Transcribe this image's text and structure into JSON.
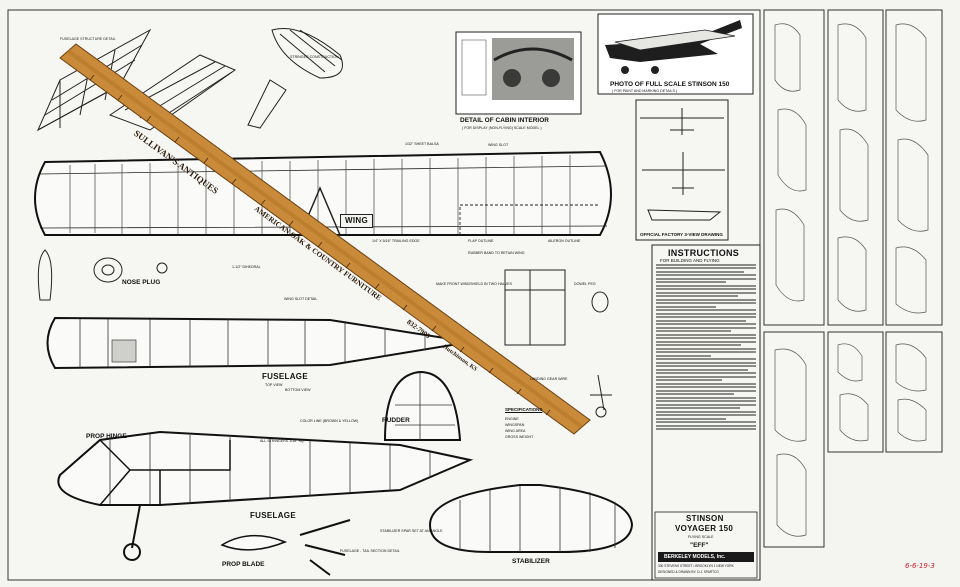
{
  "ruler": {
    "brand": "SULLIVAN'S ANTIQUES",
    "slogan": "AMERICAN OAK & COUNTRY FURNITURE",
    "phone": "832-7909",
    "place": "Hutchinson, KS"
  },
  "sections": {
    "cabin_title": "DETAIL OF CABIN INTERIOR",
    "cabin_sub": "( FOR DISPLAY (NON-FLYING) SCALE MODEL )",
    "photo_title": "PHOTO OF FULL SCALE STINSON 150",
    "photo_sub": "( FOR PAINT AND MARKING DETAILS )",
    "threeview_title": "OFFICIAL FACTORY 3-VIEW DRAWING",
    "instructions_title": "INSTRUCTIONS",
    "instructions_sub": "FOR BUILDING AND FLYING",
    "model_name": "STINSON",
    "model_name2": "VOYAGER 150",
    "flying_scale": "FLYING SCALE",
    "eff": "\"EFF\"",
    "maker": "BERKELEY MODELS, Inc.",
    "maker_addr": "330 STEVENS STREET • BROOKLYN 1 NEW YORK",
    "designed": "DESIGNED & DRAWN BY: D.J. SPARTCO",
    "handwritten": "6-6-19-3"
  },
  "labels": {
    "wing": "WING",
    "nose_plug": "NOSE PLUG",
    "fuselage_top": "FUSELAGE",
    "fuselage_top_sub": "TOP VIEW",
    "fuselage_top_sub2": "BOTTOM VIEW",
    "fuselage_side": "FUSELAGE",
    "rudder": "RUDDER",
    "stabilizer": "STABILIZER",
    "prop_hinge": "PROP HINGE",
    "prop_blade": "PROP BLADE",
    "specifications": "SPECIFICATIONS",
    "spec_lines": [
      "ENGINE",
      "WINGSPAN",
      "WING AREA",
      "GROSS WEIGHT"
    ],
    "wing_slot": "WING SLOT",
    "sheet_balsa": "1/32\" SHEET BALSA",
    "trailing_edge": "1/4\" X 5/16\" TRAILING EDGE",
    "flap_outline": "FLAP OUTLINE",
    "aileron_outline": "AILERON OUTLINE",
    "dihedral": "1-1/2\" DIHEDRAL",
    "wing_slot_detail": "WING SLOT DETAIL",
    "rubber_band": "RUBBER BAND TO RETAIN WING",
    "make_windshield": "MAKE FRONT WINDSHIELD IN TWO HALVES",
    "dowel_peg": "DOWEL PEG",
    "landing_gear": "LANDING GEAR WIRE",
    "color_line": "COLOR LINE (BROWN & YELLOW)",
    "all_stringers": "ALL STRINGERS 1/16\" SQ.",
    "fuselage_tail": "FUSELAGE - TAIL SECTION DETAIL",
    "stabilizer_spar": "STABILIZER SPAR SET AT AN ANGLE",
    "stringer_construction": "STRINGER CONSTRUCTION"
  }
}
